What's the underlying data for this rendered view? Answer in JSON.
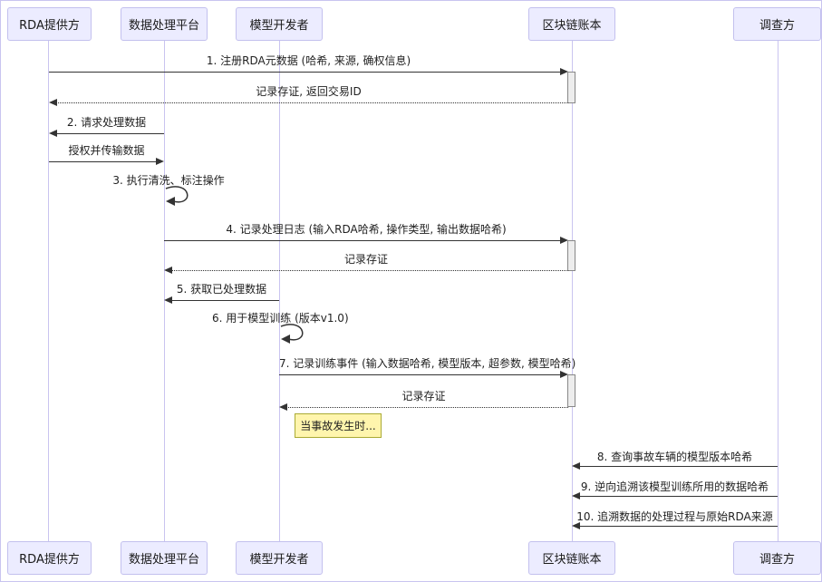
{
  "diagram": {
    "type": "sequence-diagram",
    "actors": [
      {
        "name": "RDA提供方"
      },
      {
        "name": "数据处理平台"
      },
      {
        "name": "模型开发者"
      },
      {
        "name": "区块链账本"
      },
      {
        "name": "调查方"
      }
    ],
    "messages": [
      {
        "label": "1. 注册RDA元数据 (哈希, 来源, 确权信息)",
        "from": "RDA提供方",
        "to": "区块链账本",
        "style": "solid"
      },
      {
        "label": "记录存证, 返回交易ID",
        "from": "区块链账本",
        "to": "RDA提供方",
        "style": "dotted"
      },
      {
        "label": "2. 请求处理数据",
        "from": "数据处理平台",
        "to": "RDA提供方",
        "style": "solid"
      },
      {
        "label": "授权并传输数据",
        "from": "RDA提供方",
        "to": "数据处理平台",
        "style": "solid"
      },
      {
        "label": "3. 执行清洗、标注操作",
        "from": "数据处理平台",
        "to": "数据处理平台",
        "style": "self"
      },
      {
        "label": "4. 记录处理日志 (输入RDA哈希, 操作类型, 输出数据哈希)",
        "from": "数据处理平台",
        "to": "区块链账本",
        "style": "solid"
      },
      {
        "label": "记录存证",
        "from": "区块链账本",
        "to": "数据处理平台",
        "style": "dotted"
      },
      {
        "label": "5. 获取已处理数据",
        "from": "模型开发者",
        "to": "数据处理平台",
        "style": "solid"
      },
      {
        "label": "6. 用于模型训练 (版本v1.0)",
        "from": "模型开发者",
        "to": "模型开发者",
        "style": "self"
      },
      {
        "label": "7. 记录训练事件 (输入数据哈希, 模型版本, 超参数, 模型哈希)",
        "from": "模型开发者",
        "to": "区块链账本",
        "style": "solid"
      },
      {
        "label": "记录存证",
        "from": "区块链账本",
        "to": "模型开发者",
        "style": "dotted"
      },
      {
        "label": "8. 查询事故车辆的模型版本哈希",
        "from": "调查方",
        "to": "区块链账本",
        "style": "solid"
      },
      {
        "label": "9. 逆向追溯该模型训练所用的数据哈希",
        "from": "调查方",
        "to": "区块链账本",
        "style": "solid"
      },
      {
        "label": "10. 追溯数据的处理过程与原始RDA来源",
        "from": "调查方",
        "to": "区块链账本",
        "style": "solid"
      }
    ],
    "note": {
      "text": "当事故发生时...",
      "over": "模型开发者"
    },
    "colors": {
      "actor_fill": "#ECECFF",
      "actor_border": "#c3c0ee",
      "lifeline": "#c9c4f0",
      "line": "#333333",
      "activation_fill": "#EDEDED",
      "note_fill": "#FFF5AD",
      "note_border": "#AAAA33"
    }
  }
}
